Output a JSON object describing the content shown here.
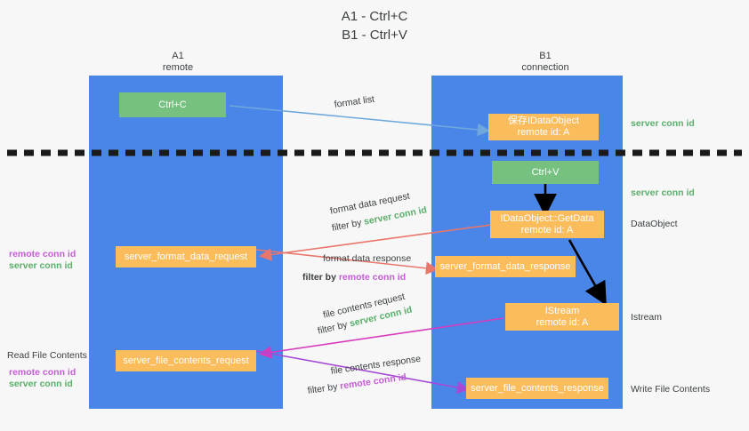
{
  "title": {
    "line1": "A1 - Ctrl+C",
    "line2": "B1 - Ctrl+V"
  },
  "lanes": [
    {
      "id": "a1",
      "name": "A1",
      "subtitle": "remote",
      "color": "#4a86e8"
    },
    {
      "id": "b1",
      "name": "B1",
      "subtitle": "connection",
      "color": "#4a86e8"
    }
  ],
  "colors": {
    "lane": "#4a86e8",
    "green_box": "#77c180",
    "orange_box": "#fbbc5c",
    "server_conn": "#5aaf6a",
    "remote_conn": "#c45dd6",
    "arrow_blue": "#6fa8dc",
    "arrow_red": "#e8766a",
    "arrow_magenta": "#d63bbd",
    "arrow_purple": "#a64ad6",
    "arrow_black": "#000000",
    "divider": "#1a1a1a",
    "text": "#3c4043",
    "background": "#f7f7f7"
  },
  "boxes": {
    "ctrl_c": {
      "label": "Ctrl+C",
      "style": "green"
    },
    "ole_idataobject": {
      "line1": "保存IDataObject",
      "line2": "remote id: A",
      "style": "orange"
    },
    "ctrl_v": {
      "label": "Ctrl+V",
      "style": "green"
    },
    "idataobject_getdata": {
      "line1": "IDataObject::GetData",
      "line2": "remote id: A",
      "style": "orange"
    },
    "server_format_data_request": {
      "label": "server_format_data_request",
      "style": "orange"
    },
    "server_format_data_response": {
      "label": "server_format_data_response",
      "style": "orange"
    },
    "istream": {
      "line1": "IStream",
      "line2": "remote id: A",
      "style": "orange"
    },
    "server_file_contents_request": {
      "label": "server_file_contents_request",
      "style": "orange"
    },
    "server_file_contents_response": {
      "label": "server_file_contents_response",
      "style": "orange"
    }
  },
  "arrow_labels": {
    "format_list": "format list",
    "format_data_request": "format data request",
    "format_data_request_filter_prefix": "filter by ",
    "format_data_request_filter_value": "server conn id",
    "format_data_response": "format data response",
    "format_data_response_filter_prefix": "filter by ",
    "format_data_response_filter_value": "remote conn id",
    "file_contents_request": "file contents request",
    "file_contents_request_filter_prefix": "filter by ",
    "file_contents_request_filter_value": "server conn id",
    "file_contents_response": "file contents response",
    "file_contents_response_filter_prefix": "filter by ",
    "file_contents_response_filter_value": "remote conn id"
  },
  "side_labels": {
    "right_server_conn_top": "server conn id",
    "right_server_conn_mid": "server conn id",
    "right_dataobject": "DataObject",
    "right_istream": "Istream",
    "right_write_file_contents": "Write File Contents",
    "left_remote_conn_1": "remote conn id",
    "left_server_conn_1": "server conn id",
    "left_read_file_contents": "Read File Contents",
    "left_remote_conn_2": "remote conn id",
    "left_server_conn_2": "server conn id"
  }
}
